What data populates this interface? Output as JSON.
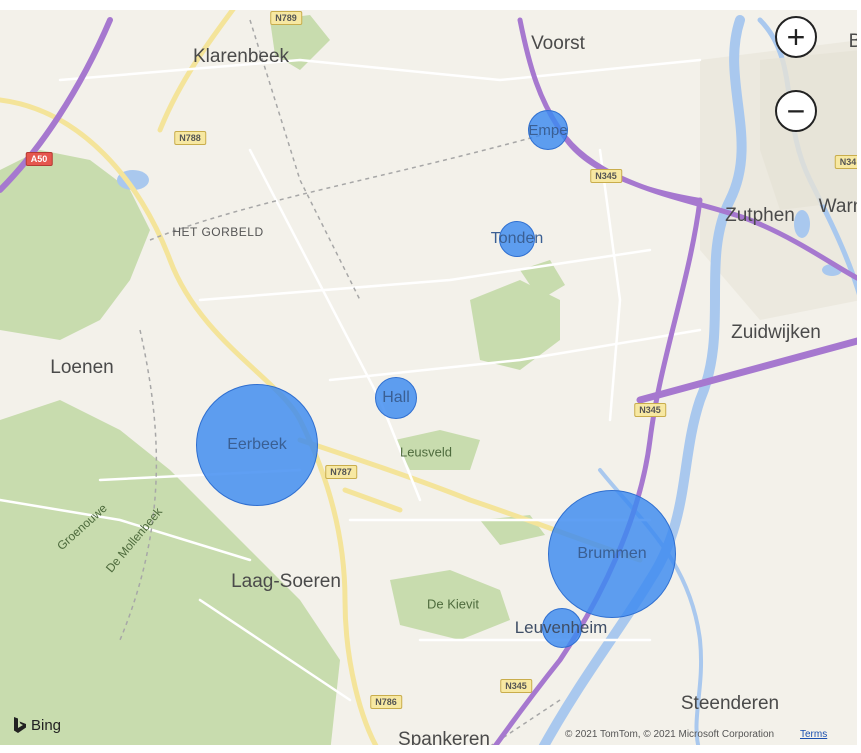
{
  "map": {
    "bubbles": [
      {
        "label": "Empe",
        "value_rank": 2
      },
      {
        "label": "Tonden",
        "value_rank": 2
      },
      {
        "label": "Hall",
        "value_rank": 3
      },
      {
        "label": "Eerbeek",
        "value_rank": 5
      },
      {
        "label": "Brummen",
        "value_rank": 5
      },
      {
        "label": "Leuvenheim",
        "value_rank": 2
      }
    ],
    "places": {
      "voorst": "Voorst",
      "klarenbeek": "Klarenbeek",
      "zutphen": "Zutphen",
      "warn": "Warn",
      "zuidwijken": "Zuidwijken",
      "loenen": "Loenen",
      "laag_soeren": "Laag-Soeren",
      "steenderen": "Steenderen",
      "spankeren": "Spankeren",
      "het_gorbeld": "HET GORBELD",
      "leusveld": "Leusveld",
      "de_kievit": "De Kievit",
      "groenouwe": "Groenouwe",
      "de_mollenbeek": "De Mollenbeek",
      "edge_b": "B"
    },
    "roads": {
      "n789": "N789",
      "n788": "N788",
      "a50": "A50",
      "n345a": "N345",
      "n345b": "N345",
      "n345c": "N345",
      "n787": "N787",
      "n786": "N786",
      "n34x": "N34"
    },
    "colors": {
      "bubble_fill": "#3c8af0",
      "water": "#a9c8ee",
      "forest": "#c8dcae",
      "motorway": "#a678cf",
      "main_road": "#f4e49a"
    }
  },
  "controls": {
    "zoom_in": "+",
    "zoom_out": "−"
  },
  "attribution": {
    "brand": "Bing",
    "copyright": "© 2021 TomTom, © 2021 Microsoft Corporation",
    "terms": "Terms"
  }
}
